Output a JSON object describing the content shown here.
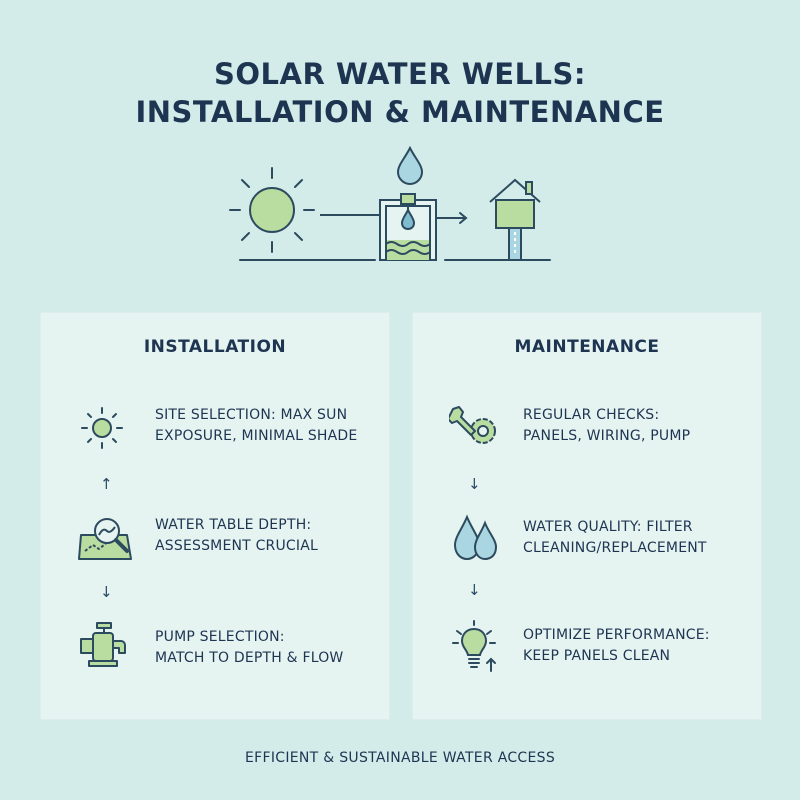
{
  "title": {
    "line1": "SOLAR WATER WELLS:",
    "line2": "INSTALLATION & MAINTENANCE"
  },
  "hero": {
    "icons": [
      "sun-icon",
      "water-drop-icon",
      "well-pump-icon",
      "house-icon"
    ]
  },
  "installation": {
    "heading": "INSTALLATION",
    "steps": [
      {
        "icon": "sun-icon",
        "line1": "SITE SELECTION: MAX SUN",
        "line2": "EXPOSURE, MINIMAL SHADE"
      },
      {
        "icon": "magnifier-map-icon",
        "line1": "WATER TABLE DEPTH:",
        "line2": "ASSESSMENT CRUCIAL"
      },
      {
        "icon": "pump-faucet-icon",
        "line1": "PUMP SELECTION:",
        "line2": "MATCH TO DEPTH & FLOW"
      }
    ],
    "arrows": [
      "↑",
      "↓"
    ]
  },
  "maintenance": {
    "heading": "MAINTENANCE",
    "steps": [
      {
        "icon": "wrench-gear-icon",
        "line1": "REGULAR CHECKS:",
        "line2": "PANELS, WIRING, PUMP"
      },
      {
        "icon": "water-drops-icon",
        "line1": "WATER QUALITY: FILTER",
        "line2": "CLEANING/REPLACEMENT"
      },
      {
        "icon": "lightbulb-icon",
        "line1": "OPTIMIZE PERFORMANCE:",
        "line2": "KEEP PANELS CLEAN"
      }
    ],
    "arrows": [
      "↓",
      "↓"
    ]
  },
  "footer": "EFFICIENT & SUSTAINABLE WATER ACCESS",
  "colors": {
    "background": "#d3ecea",
    "panel": "#e5f3f1",
    "text": "#1e3552",
    "green": "#b9dca0",
    "blue": "#a9d6e0"
  }
}
